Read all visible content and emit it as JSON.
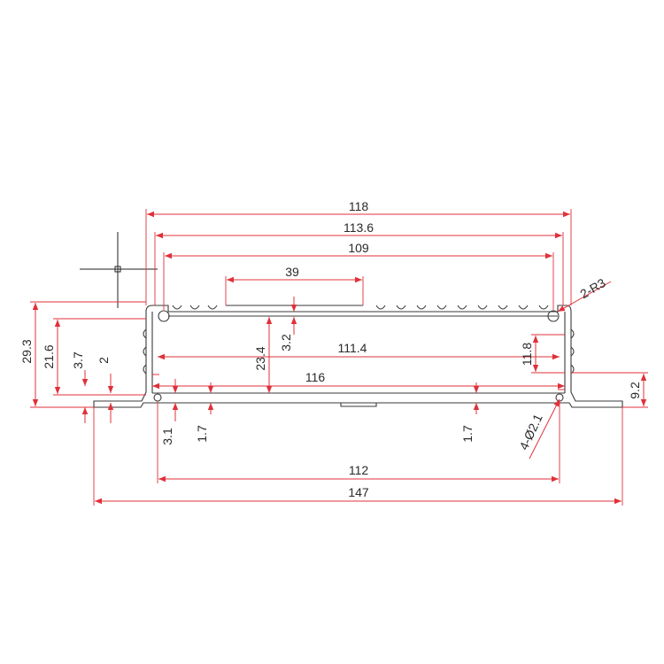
{
  "colors": {
    "dimension": "#e0303a",
    "outline": "#3a3a3a",
    "text": "#2a2a2a",
    "background": "#ffffff"
  },
  "dimensions": {
    "overall_width": "118",
    "inner_width": "113.6",
    "slot_span": "109",
    "rib_span": "39",
    "corner_radius": "2-R3",
    "total_height": "29.3",
    "body_height": "21.6",
    "flange_offset": "3.7",
    "flange_step": "2",
    "inner_height": "23.4",
    "top_thickness": "3.2",
    "cavity_width": "111.4",
    "side_slot": "11.8",
    "base_width": "116",
    "flange_height": "9.2",
    "hole_offset": "3.1",
    "base_thickness_left": "1.7",
    "base_thickness_right": "1.7",
    "holes": "4-Ø2.1",
    "hole_spacing": "112",
    "flange_width": "147"
  }
}
